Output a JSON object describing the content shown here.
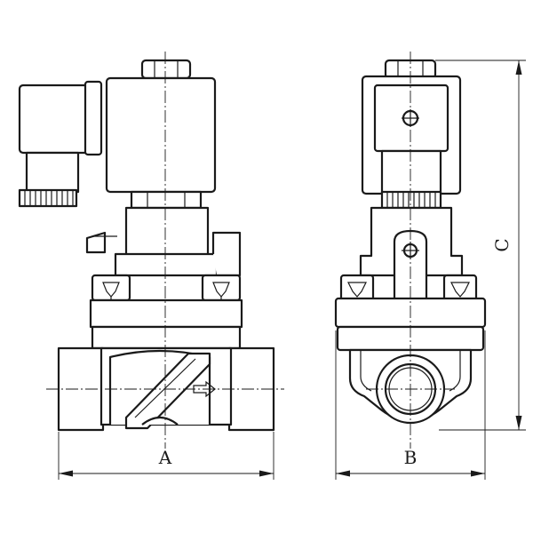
{
  "dimensions": {
    "width_label": "A",
    "depth_label": "B",
    "height_label": "C"
  }
}
